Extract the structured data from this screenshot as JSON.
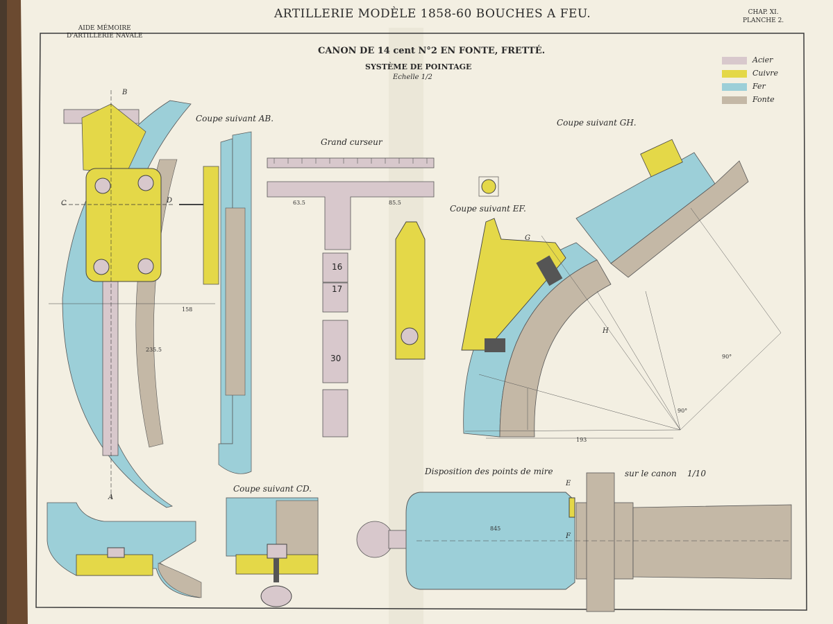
{
  "header": {
    "main_title": "ARTILLERIE MODÈLE 1858-60  BOUCHES A FEU.",
    "left_line1": "AIDE MÉMOIRE",
    "left_line2": "D'ARTILLERIE NAVALE",
    "chapter": "CHAP. XI.",
    "plate": "PLANCHE 2."
  },
  "drawing_title": {
    "line1": "CANON DE 14 cent N°2 EN FONTE, FRETTÉ.",
    "line2": "SYSTÈME DE POINTAGE",
    "scale": "Echelle 1/2"
  },
  "legend": {
    "items": [
      {
        "label": "Acier",
        "color": "#d8c8cc"
      },
      {
        "label": "Cuivre",
        "color": "#e4d848"
      },
      {
        "label": "Fer",
        "color": "#9ccfd8"
      },
      {
        "label": "Fonte",
        "color": "#c4b8a6"
      }
    ]
  },
  "captions": {
    "coupe_ab": "Coupe suivant AB.",
    "grand_curseur": "Grand curseur",
    "coupe_gh": "Coupe suivant GH.",
    "coupe_ef": "Coupe suivant EF.",
    "coupe_cd": "Coupe suivant CD.",
    "disposition": "Disposition des points de mire",
    "sur_canon": "sur le canon",
    "scale_tenth": "1/10"
  },
  "section_letters": {
    "a": "A",
    "b": "B",
    "c": "C",
    "d": "D",
    "e": "E",
    "f": "F",
    "g": "G",
    "h": "H"
  },
  "numbers": {
    "n16": "16",
    "n17": "17",
    "n30": "30",
    "d845": "845",
    "d193": "193",
    "d90a": "90°",
    "d90b": "90°",
    "d635": "63.5",
    "d855": "85.5",
    "d158": "158",
    "d2355": "235.5"
  },
  "colors": {
    "paper": "#f3efe2",
    "steel": "#d8c8cc",
    "brass": "#e4d848",
    "iron": "#9ccfd8",
    "cast_iron": "#c4b8a6",
    "ink": "#2a2a2a"
  }
}
